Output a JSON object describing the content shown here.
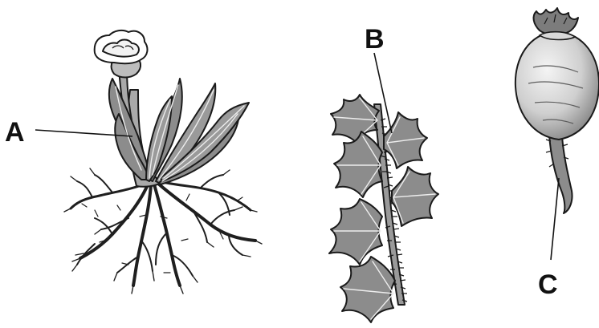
{
  "labels": {
    "a": "A",
    "b": "B",
    "c": "C"
  },
  "colors": {
    "leaf_fill": "#8c8c8c",
    "stem_fill": "#a9a9a9",
    "root_fill": "#6f6f6f",
    "outline": "#1a1a1a",
    "background": "#ffffff"
  }
}
